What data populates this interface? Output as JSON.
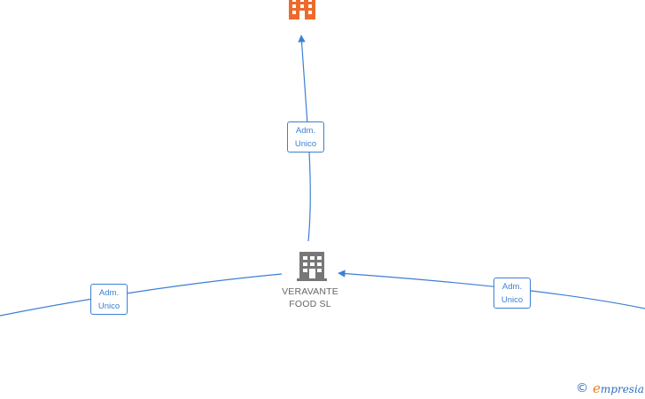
{
  "nodes": [
    {
      "id": "top",
      "name": "",
      "icon": "building-icon",
      "color": "#ee6a2c",
      "highlight": true
    },
    {
      "id": "center",
      "name": "VERAVANTE\nFOOD  SL",
      "icon": "building-icon",
      "color": "#777777",
      "highlight": false
    }
  ],
  "edges": [
    {
      "from": "center",
      "to": "top",
      "label_line1": "Adm.",
      "label_line2": "Unico"
    },
    {
      "from": "left-offscreen",
      "to": "center",
      "label_line1": "Adm.",
      "label_line2": "Unico"
    },
    {
      "from": "right-offscreen",
      "to": "center",
      "label_line1": "Adm.",
      "label_line2": "Unico"
    }
  ],
  "colors": {
    "edge": "#3d7fd4",
    "node_text": "#666666",
    "brand_accent": "#ee7d22"
  },
  "watermark": {
    "copyright_symbol": "©",
    "brand_first_letter": "e",
    "brand_rest": "mpresia"
  }
}
